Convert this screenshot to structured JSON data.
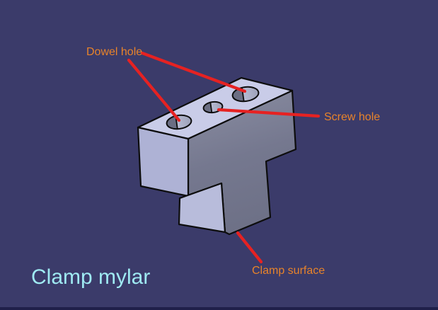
{
  "title": "Clamp mylar",
  "annotations": {
    "dowel_hole": "Dowel hole",
    "screw_hole": "Screw hole",
    "clamp_surface": "Clamp surface"
  },
  "colors": {
    "background": "#3b3b6a",
    "annotation_text": "#e8832a",
    "title_text": "#9feaf2",
    "leader_line": "#e62222",
    "face_top": "#c9cce8",
    "face_left": "#aeb2d5",
    "face_lower_front": "#b8bcdb",
    "face_right": "#75788f",
    "hole_dark": "#6b6e83",
    "hole_light": "#b7bbd3",
    "outline": "#0d0d0d",
    "bottom_edge": "#20204a"
  }
}
